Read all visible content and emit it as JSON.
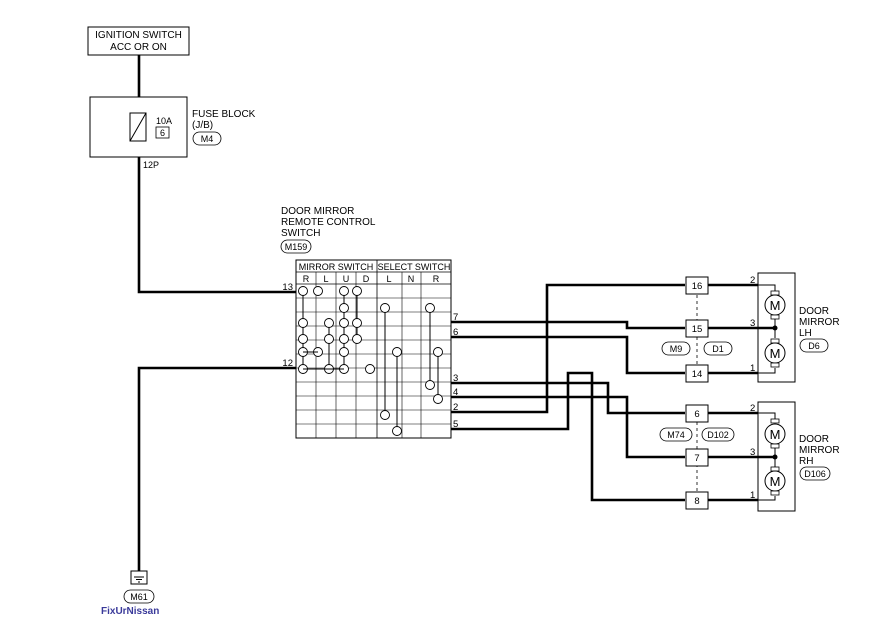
{
  "ignition": {
    "line1": "IGNITION SWITCH",
    "line2": "ACC OR ON"
  },
  "fuse_block": {
    "line1": "FUSE BLOCK",
    "line2": "(J/B)",
    "connector": "M4",
    "rating": "10A",
    "fuse_no": "6",
    "terminal": "12P"
  },
  "switch": {
    "line1": "DOOR MIRROR",
    "line2": "REMOTE CONTROL",
    "line3": "SWITCH",
    "connector": "M159",
    "mirror_switch": "MIRROR SWITCH",
    "select_switch": "SELECT SWITCH",
    "columns": [
      "R",
      "L",
      "U",
      "D",
      "L",
      "N",
      "R"
    ],
    "terminals": {
      "t13": "13",
      "t12": "12",
      "t7": "7",
      "t6": "6",
      "t3": "3",
      "t4": "4",
      "t2": "2",
      "t5": "5"
    }
  },
  "mirror_lh": {
    "line1": "DOOR",
    "line2": "MIRROR",
    "line3": "LH",
    "connector": "D6",
    "joint_connectors": [
      "M9",
      "D1"
    ],
    "pins": {
      "p16": "16",
      "p15": "15",
      "p14": "14"
    },
    "terminals": {
      "t2": "2",
      "t3": "3",
      "t1": "1"
    }
  },
  "mirror_rh": {
    "line1": "DOOR",
    "line2": "MIRROR",
    "line3": "RH",
    "connector": "D106",
    "joint_connectors": [
      "M74",
      "D102"
    ],
    "pins": {
      "p6": "6",
      "p7": "7",
      "p8": "8"
    },
    "terminals": {
      "t2": "2",
      "t3": "3",
      "t1": "1"
    }
  },
  "motor_symbol": "M",
  "ground": {
    "connector": "M61"
  },
  "watermark": "FixUrNissan"
}
